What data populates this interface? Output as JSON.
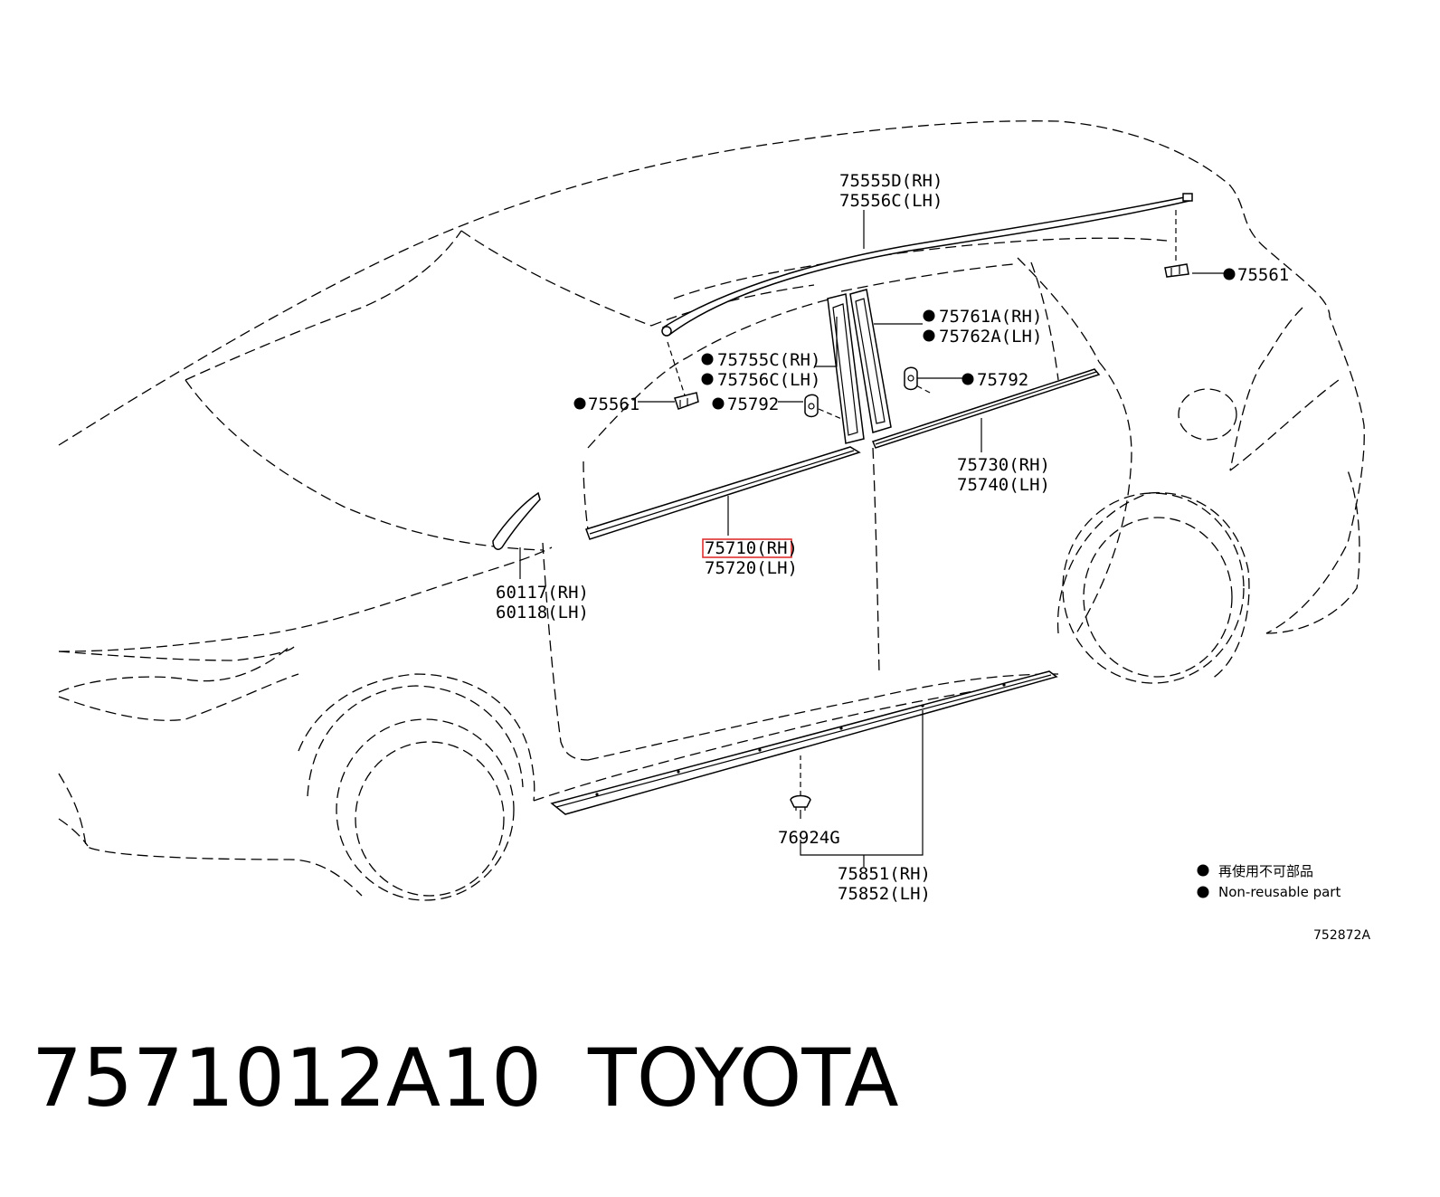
{
  "labels": {
    "roof_molding_rh": "75555D(RH)",
    "roof_molding_lh": "75556C(LH)",
    "clip_rear": "75561",
    "clip_front": "75561",
    "pillar_rear_rh": "75761A(RH)",
    "pillar_rear_lh": "75762A(LH)",
    "pillar_front_rh": "75755C(RH)",
    "pillar_front_lh": "75756C(LH)",
    "clip_792_front": "75792",
    "clip_792_rear": "75792",
    "belt_rear_rh": "75730(RH)",
    "belt_rear_lh": "75740(LH)",
    "belt_front_rh": "75710(RH)",
    "belt_front_lh": "75720(LH)",
    "delta_rh": "60117(RH)",
    "delta_lh": "60118(LH)",
    "clip_rocker": "76924G",
    "rocker_rh": "75851(RH)",
    "rocker_lh": "75852(LH)"
  },
  "legend": {
    "line1": "再使用不可部品",
    "line2": "Non-reusable part"
  },
  "diagram_code": "752872A",
  "footer": {
    "part_number": "7571012A10",
    "brand": "TOYOTA"
  },
  "colors": {
    "line": "#000000",
    "highlight": "#e03030",
    "background": "#ffffff"
  }
}
